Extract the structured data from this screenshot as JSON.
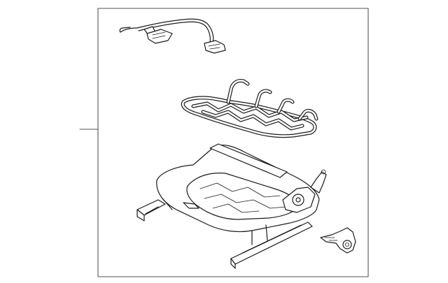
{
  "diagram": {
    "frame_visible": true,
    "leader_line_visible": true,
    "parts": [
      {
        "name": "seat-wire-harness"
      },
      {
        "name": "seat-cushion-spring"
      },
      {
        "name": "seat-track-frame"
      },
      {
        "name": "recliner-cover"
      }
    ]
  },
  "colors": {
    "stroke": "#1a1a1a",
    "background": "#ffffff"
  }
}
